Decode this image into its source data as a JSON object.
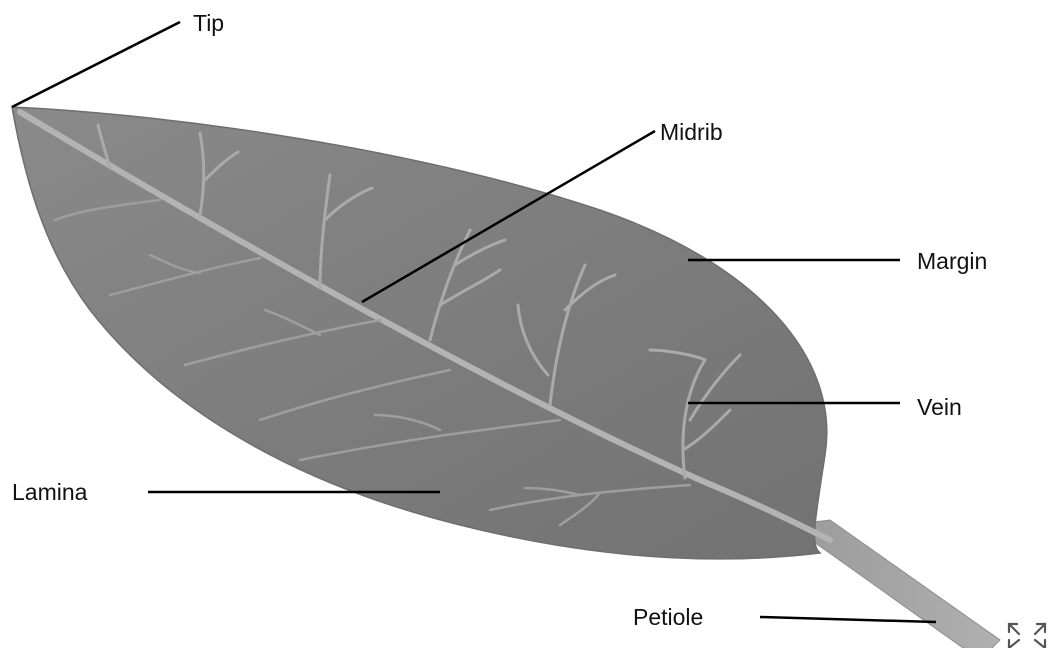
{
  "labels": {
    "tip": "Tip",
    "midrib": "Midrib",
    "margin": "Margin",
    "vein": "Vein",
    "lamina": "Lamina",
    "petiole": "Petiole"
  },
  "colors": {
    "lamina_fill": "#7f7f7f",
    "vein": "#b3b3b3",
    "leader_line": "#000000",
    "text": "#111111"
  },
  "icons": {
    "fullscreen": "expand-icon"
  }
}
